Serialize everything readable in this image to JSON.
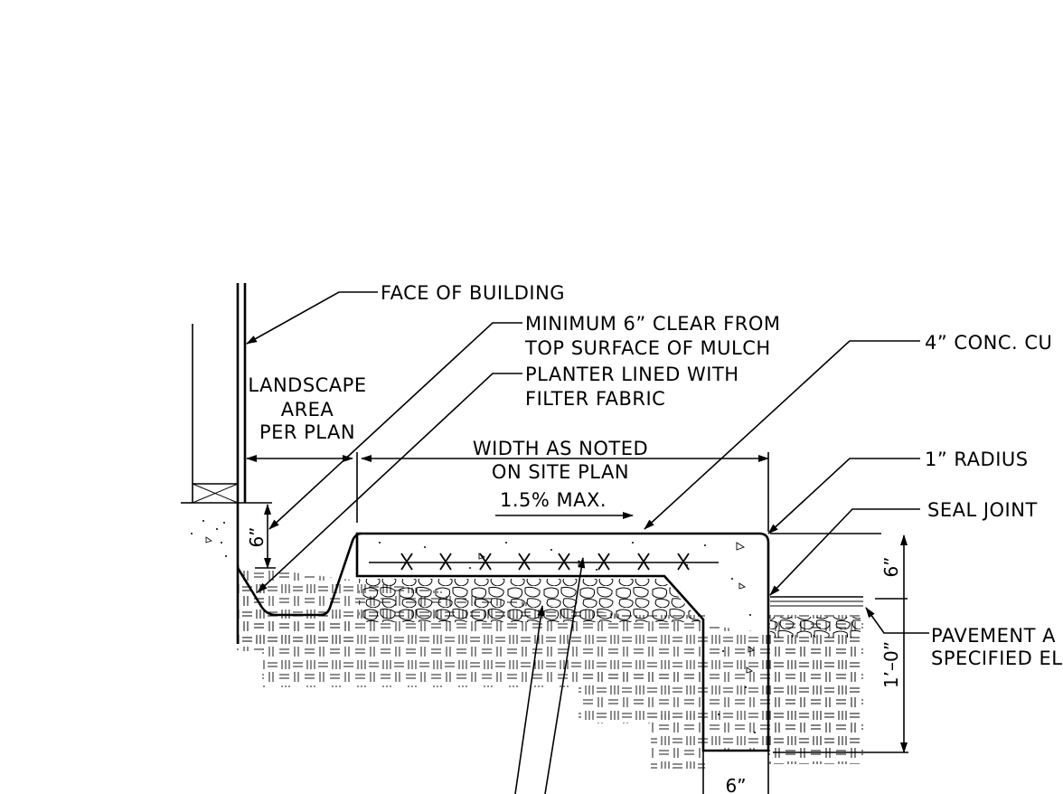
{
  "labels": {
    "face_of_building": "FACE OF BUILDING",
    "min_clear_1": "MINIMUM 6” CLEAR FROM",
    "min_clear_2": "TOP SURFACE OF MULCH",
    "planter_1": "PLANTER LINED WITH",
    "planter_2": "FILTER FABRIC",
    "landscape_1": "LANDSCAPE",
    "landscape_2": "AREA",
    "landscape_3": "PER PLAN",
    "width_1": "WIDTH AS NOTED",
    "width_2": "ON SITE PLAN",
    "slope": "1.5% MAX.",
    "conc_curb": "4” CONC. CU",
    "radius": "1” RADIUS",
    "seal_joint": "SEAL JOINT",
    "pavement_1": "PAVEMENT A",
    "pavement_2": "SPECIFIED EL"
  },
  "dimensions": {
    "left_depth": "6”",
    "right_upper": "6”",
    "right_lower": "1’–0”",
    "bottom_width": "6”"
  }
}
